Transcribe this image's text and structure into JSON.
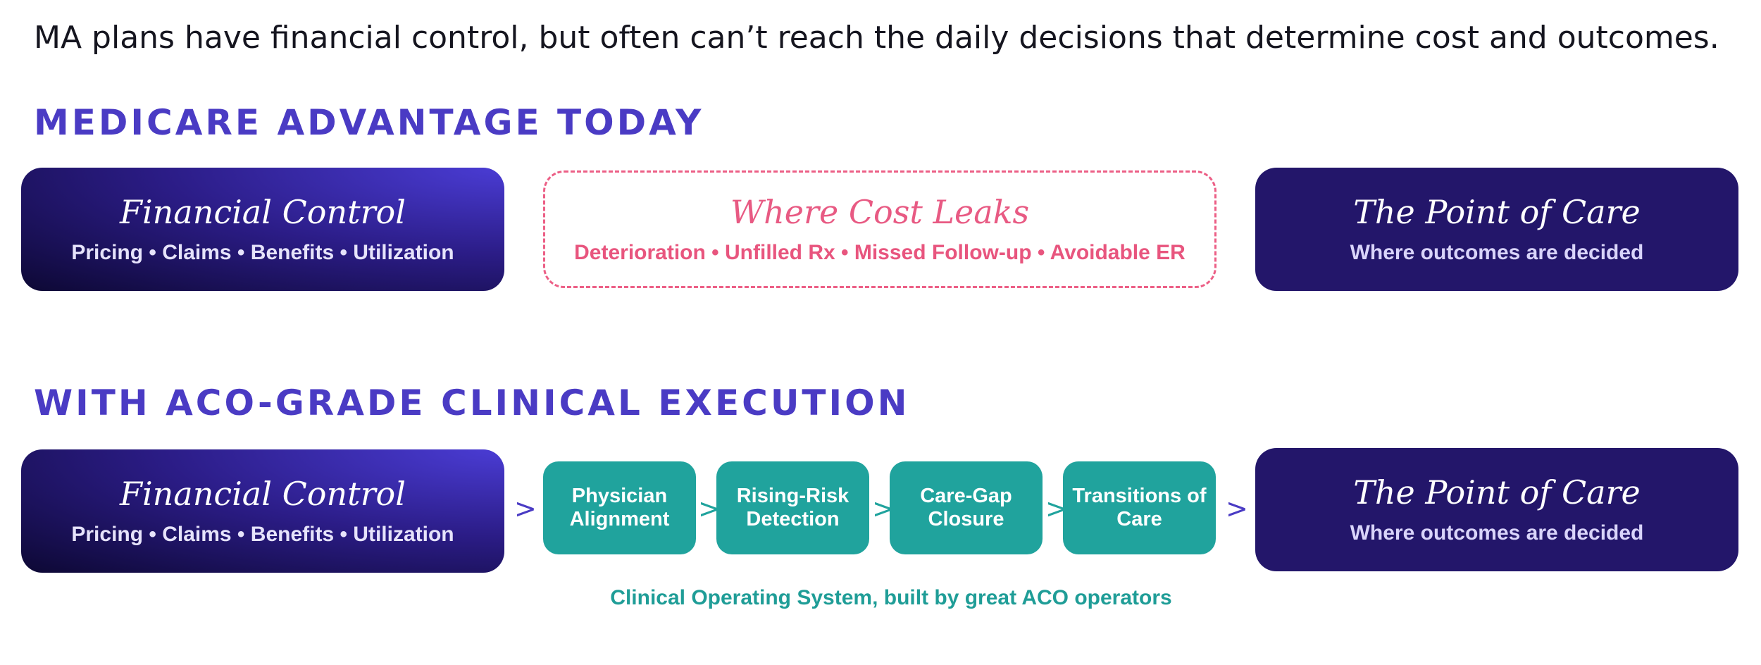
{
  "headline": "MA plans have financial control, but often can’t reach the daily decisions that determine cost and outcomes.",
  "today": {
    "title": "MEDICARE ADVANTAGE TODAY",
    "financial": {
      "title": "Financial Control",
      "subtitle": "Pricing • Claims • Benefits • Utilization"
    },
    "leaks": {
      "title": "Where Cost Leaks",
      "subtitle": "Deterioration • Unfilled Rx • Missed Follow-up • Avoidable ER"
    },
    "point_of_care": {
      "title": "The Point of Care",
      "subtitle": "Where outcomes are decided"
    }
  },
  "aco": {
    "title": "WITH ACO-GRADE CLINICAL EXECUTION",
    "financial": {
      "title": "Financial Control",
      "subtitle": "Pricing • Claims • Benefits • Utilization"
    },
    "steps": [
      {
        "label": "Physician Alignment"
      },
      {
        "label": "Rising-Risk Detection"
      },
      {
        "label": "Care-Gap Closure"
      },
      {
        "label": "Transitions of Care"
      }
    ],
    "point_of_care": {
      "title": "The Point of Care",
      "subtitle": "Where outcomes are decided"
    },
    "caption": "Clinical Operating System, built by great ACO operators",
    "arrow_glyph": ">"
  },
  "colors": {
    "brand_purple": "#4a3bc4",
    "deep_navy": "#23166a",
    "leak_pink": "#e85a83",
    "teal": "#20a39d"
  }
}
